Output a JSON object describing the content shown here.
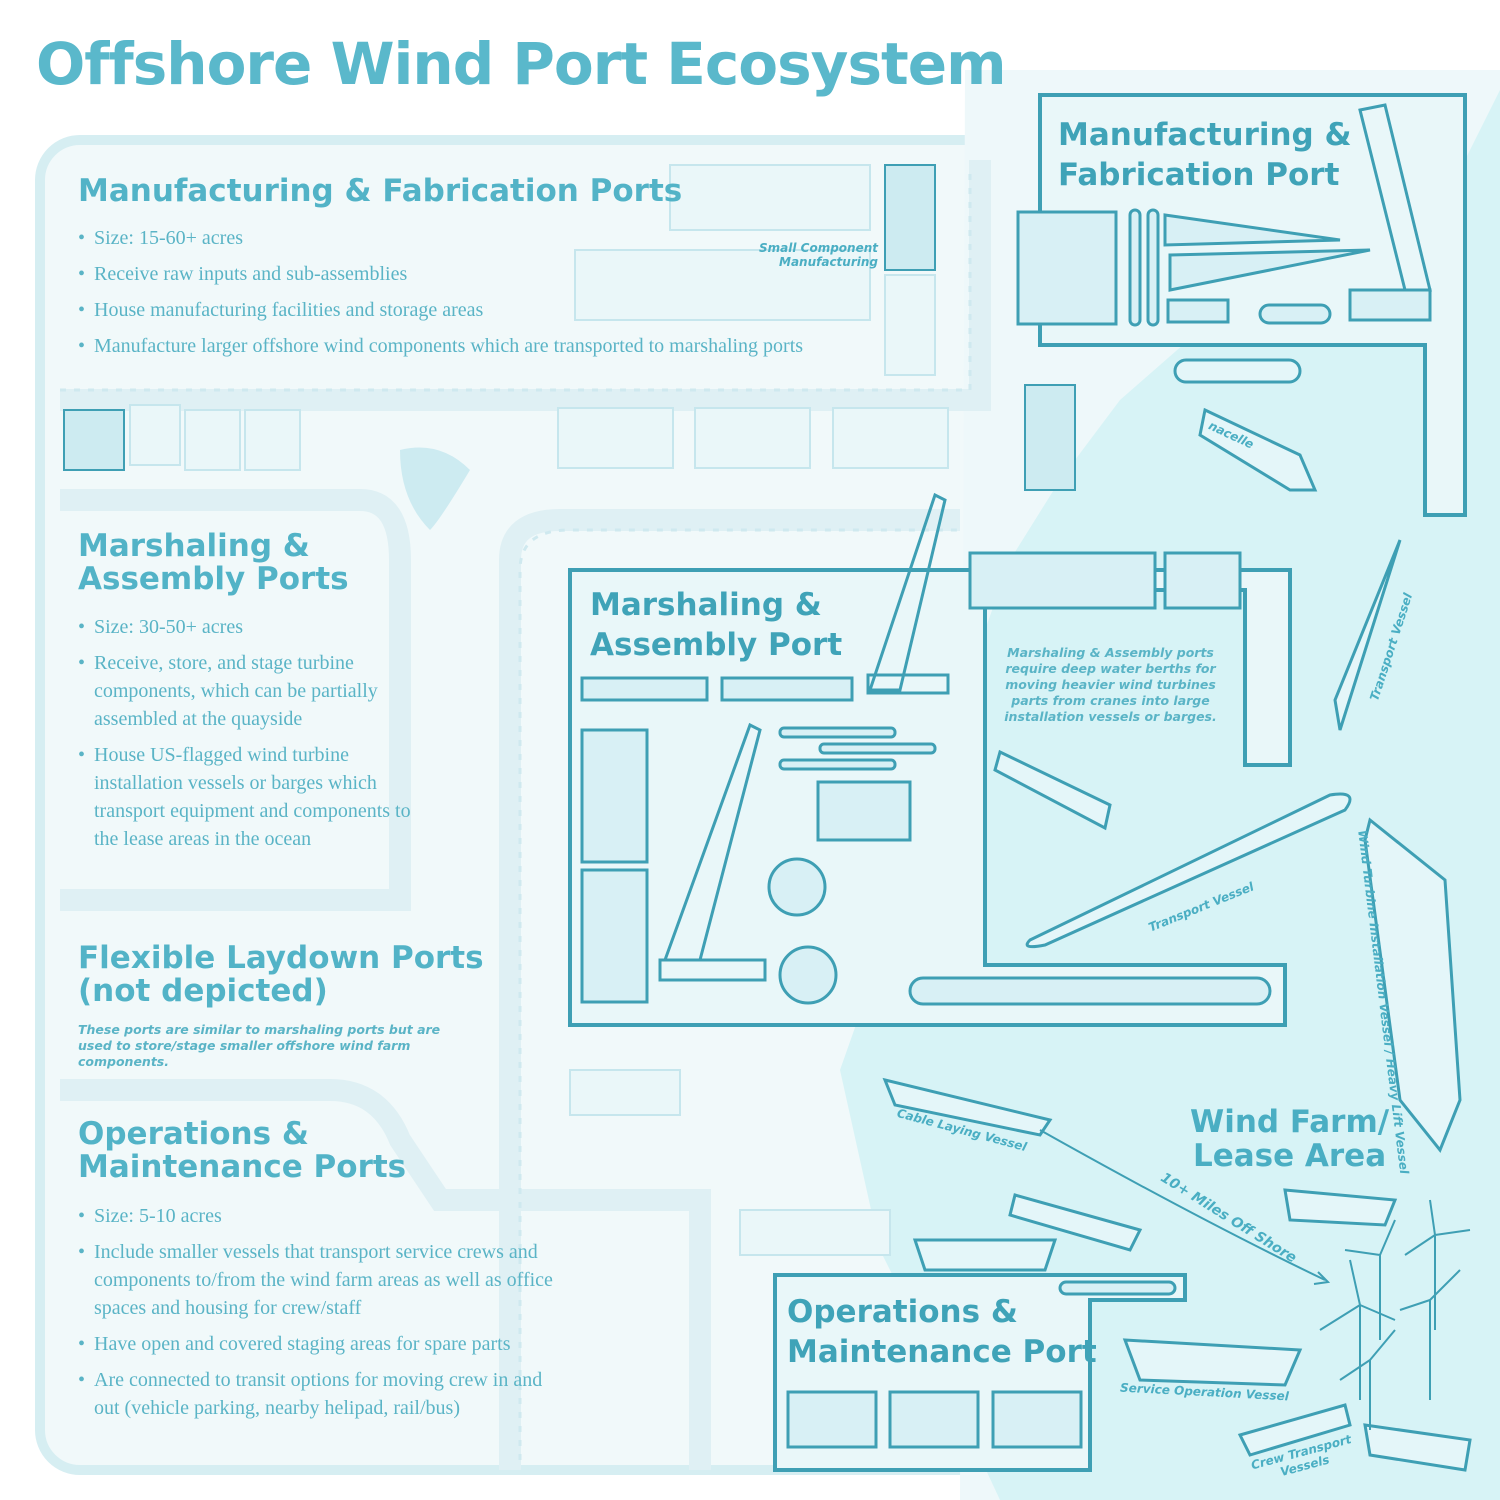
{
  "title": "Offshore Wind Port Ecosystem",
  "colors": {
    "accent": "#4aaec3",
    "title": "#5ab8cb",
    "water": "#d7f3f6",
    "land": "#ecf7f9",
    "line": "#3e9fb4"
  },
  "sections": [
    {
      "heading": "Manufacturing & Fabrication Ports",
      "bullets": [
        "Size: 15-60+ acres",
        "Receive raw inputs and sub-assemblies",
        "House manufacturing facilities and storage areas",
        "Manufacture larger offshore wind components which are transported to marshaling ports"
      ]
    },
    {
      "heading_lines": [
        "Marshaling &",
        "Assembly Ports"
      ],
      "bullets": [
        "Size: 30-50+ acres",
        "Receive, store, and stage turbine components, which can be partially assembled at the quayside",
        "House US-flagged wind turbine installation vessels or barges which transport equipment and components to the lease areas in the ocean"
      ]
    },
    {
      "heading_lines": [
        "Flexible Laydown Ports",
        "(not depicted)"
      ],
      "note": "These ports are similar to marshaling ports but are used to store/stage smaller offshore wind farm components."
    },
    {
      "heading_lines": [
        "Operations &",
        "Maintenance Ports"
      ],
      "bullets": [
        "Size: 5-10 acres",
        "Include smaller vessels that transport service crews and components to/from the wind farm areas as well as office spaces and housing for crew/staff",
        "Have open and covered staging areas for spare parts",
        "Are connected to transit options for moving crew in and out (vehicle parking, nearby helipad, rail/bus)"
      ]
    }
  ],
  "map": {
    "ports": [
      {
        "lines": [
          "Manufacturing &",
          "Fabrication Port"
        ]
      },
      {
        "lines": [
          "Marshaling &",
          "Assembly Port"
        ]
      },
      {
        "lines": [
          "Operations &",
          "Maintenance Port"
        ]
      },
      {
        "lines": [
          "Wind Farm/",
          "Lease Area"
        ]
      }
    ],
    "marshaling_note": "Marshaling & Assembly ports require deep water berths for moving heavier wind turbines parts from cranes into large installation vessels or barges.",
    "labels": {
      "small_component": "Small Component Manufacturing",
      "nacelle": "nacelle",
      "transport_vessel_1": "Transport Vessel",
      "transport_vessel_2": "Transport Vessel",
      "installation_vessel": "Wind Turbine Installation Vessel / Heavy Lift Vessel",
      "cable_vessel": "Cable Laying Vessel",
      "distance": "10+ Miles Off Shore",
      "service_vessel": "Service Operation Vessel",
      "crew_vessels": "Crew Transport Vessels"
    }
  }
}
